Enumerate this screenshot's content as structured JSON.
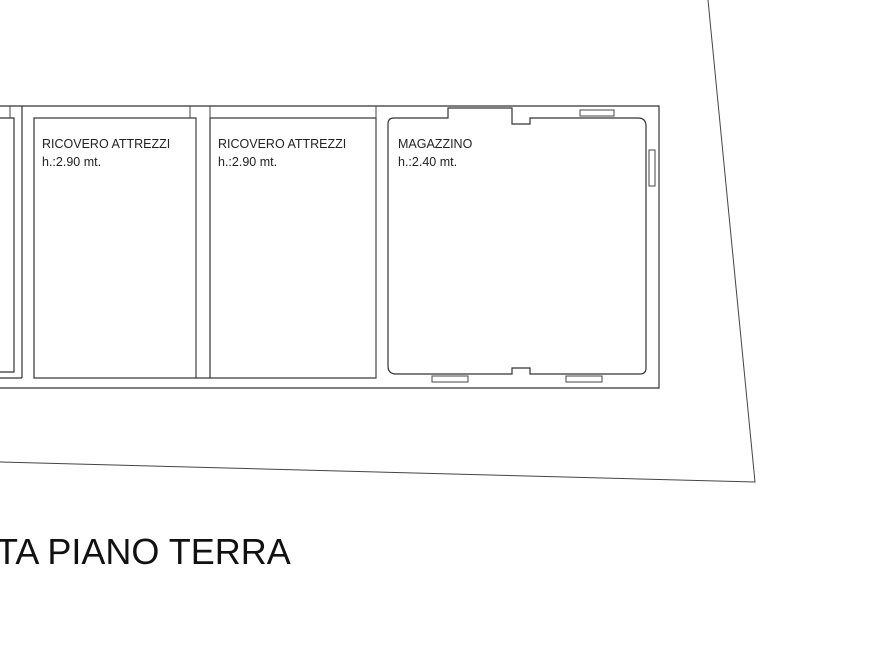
{
  "rooms": [
    {
      "name": "RICOVERO ATTREZZI",
      "height": "h.:2.90 mt."
    },
    {
      "name": "RICOVERO ATTREZZI",
      "height": "h.:2.90 mt."
    },
    {
      "name": "MAGAZZINO",
      "height": "h.:2.40 mt."
    }
  ],
  "plan_title": "TA PIANO TERRA"
}
